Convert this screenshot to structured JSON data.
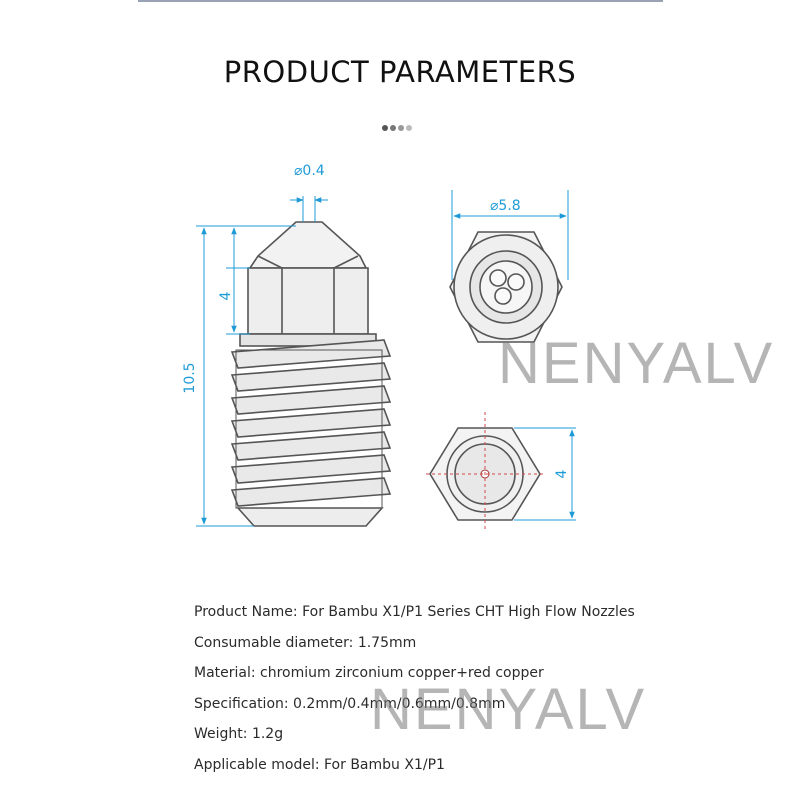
{
  "header": {
    "title": "PRODUCT PARAMETERS"
  },
  "dots": [
    "#555555",
    "#777777",
    "#999999",
    "#bbbbbb"
  ],
  "drawing": {
    "orifice_label": "⌀0.4",
    "outer_diameter_label": "⌀5.8",
    "hex_height_label": "4",
    "total_length_label": "10.5",
    "hex_width_label": "4",
    "dimension_color": "#1e9bd7"
  },
  "watermarks": [
    "NENYALV",
    "NENYALV"
  ],
  "specs": [
    "Product Name: For Bambu X1/P1 Series CHT High Flow Nozzles",
    "Consumable diameter: 1.75mm",
    "Material: chromium zirconium copper+red copper",
    "Specification: 0.2mm/0.4mm/0.6mm/0.8mm",
    "Weight: 1.2g",
    "Applicable model: For Bambu X1/P1"
  ]
}
